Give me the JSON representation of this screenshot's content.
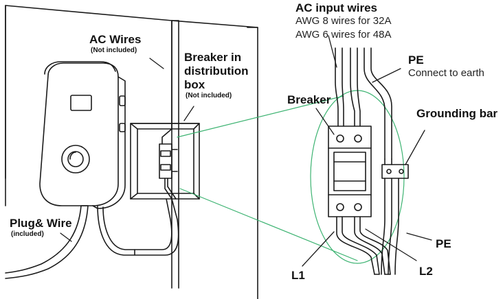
{
  "labels": {
    "ac_wires": "AC Wires",
    "ac_wires_note": "(Not included)",
    "breaker_box_line1": "Breaker in",
    "breaker_box_line2": "distribution",
    "breaker_box_line3": "box",
    "breaker_box_note": "(Not included)",
    "plug_wire": "Plug& Wire",
    "plug_wire_note": "(included)",
    "ac_input_title": "AC input wires",
    "ac_input_line1": "AWG 8 wires for 32A",
    "ac_input_line2": "AWG 6 wires for 48A",
    "pe_top": "PE",
    "pe_top_note": "Connect to  earth",
    "breaker": "Breaker",
    "grounding_bar": "Grounding bar",
    "pe_bottom": "PE",
    "l1": "L1",
    "l2": "L2"
  },
  "colors": {
    "line": "#1a1a1a",
    "zoom_guide": "#3cb371"
  }
}
